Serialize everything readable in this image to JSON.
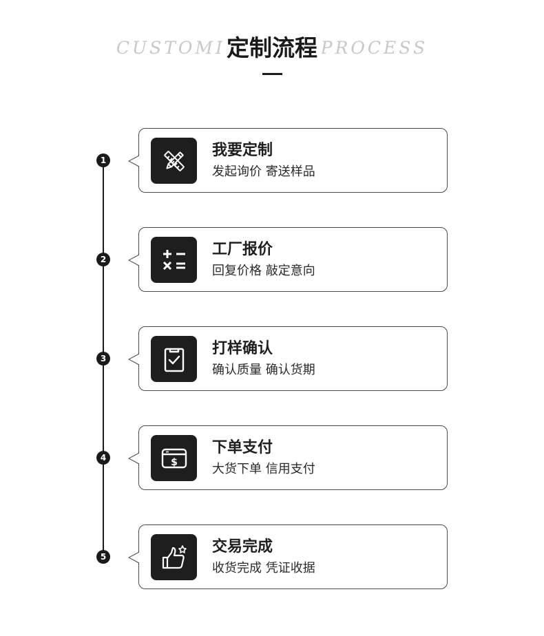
{
  "header": {
    "subtitle": "CUSTOMIZATION PROCESS",
    "title": "定制流程"
  },
  "steps": [
    {
      "number": "1",
      "icon": "ruler-pencil-icon",
      "title": "我要定制",
      "desc": "发起询价 寄送样品"
    },
    {
      "number": "2",
      "icon": "calculator-icon",
      "title": "工厂报价",
      "desc": "回复价格 敲定意向"
    },
    {
      "number": "3",
      "icon": "clipboard-check-icon",
      "title": "打样确认",
      "desc": "确认质量 确认货期"
    },
    {
      "number": "4",
      "icon": "payment-card-icon",
      "title": "下单支付",
      "desc": "大货下单 信用支付"
    },
    {
      "number": "5",
      "icon": "thumbs-up-icon",
      "title": "交易完成",
      "desc": "收货完成 凭证收据"
    }
  ],
  "colors": {
    "accent": "#1e1e1e",
    "border": "#4a4a4a",
    "watermark": "#c8c8c8"
  }
}
